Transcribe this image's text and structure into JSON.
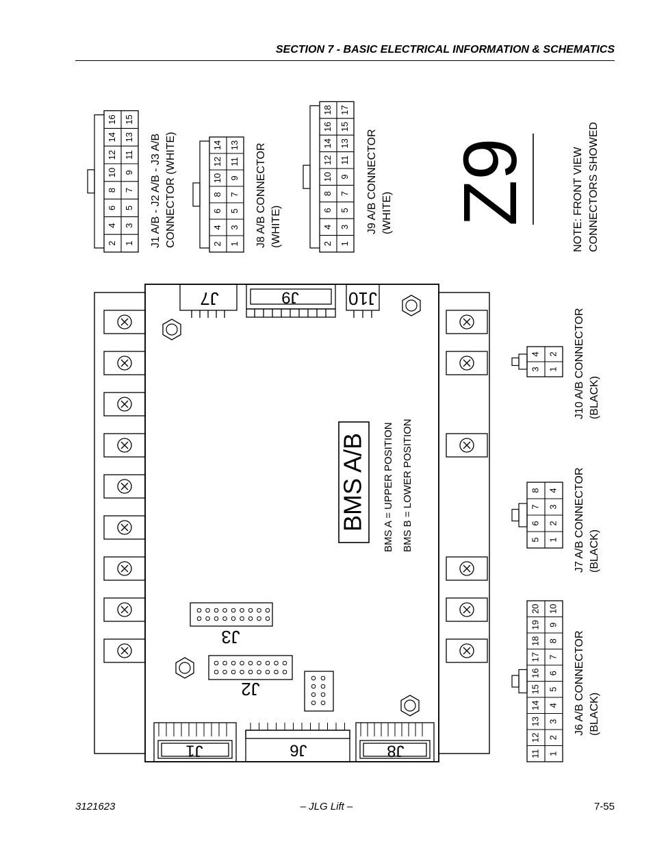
{
  "header": {
    "section_title": "SECTION 7 - BASIC ELECTRICAL INFORMATION & SCHEMATICS"
  },
  "footer": {
    "doc_number": "3121623",
    "publisher": "– JLG Lift –",
    "page": "7-55"
  },
  "figure": {
    "zone_label": "Z9",
    "note": [
      "NOTE: FRONT VIEW",
      "CONNECTORS SHOWED"
    ],
    "board_title": "BMS A/B",
    "board_notes": [
      "BMS A = UPPER POSITION",
      "BMS B = LOWER POSITION"
    ],
    "board_connectors": {
      "j7": "J7",
      "j9": "J9",
      "j10": "J10",
      "j1": "J1",
      "j6": "J6",
      "j8": "J8",
      "j2": "J2",
      "j3": "J3"
    }
  },
  "connectors": {
    "j123": {
      "caption": [
        "J1 A/B - J2 A/B - J3 A/B",
        "CONNECTOR (WHITE)"
      ],
      "top": [
        "2",
        "4",
        "6",
        "8",
        "10",
        "12",
        "14",
        "16"
      ],
      "bottom": [
        "1",
        "3",
        "5",
        "7",
        "9",
        "11",
        "13",
        "15"
      ]
    },
    "j8": {
      "caption": [
        "J8 A/B CONNECTOR",
        "(WHITE)"
      ],
      "top": [
        "2",
        "4",
        "6",
        "8",
        "10",
        "12",
        "14"
      ],
      "bottom": [
        "1",
        "3",
        "5",
        "7",
        "9",
        "11",
        "13"
      ]
    },
    "j9": {
      "caption": [
        "J9 A/B CONNECTOR",
        "(WHITE)"
      ],
      "top": [
        "2",
        "4",
        "6",
        "8",
        "10",
        "12",
        "14",
        "16",
        "18"
      ],
      "bottom": [
        "1",
        "3",
        "5",
        "7",
        "9",
        "11",
        "13",
        "15",
        "17"
      ]
    },
    "j10": {
      "caption": [
        "J10 A/B CONNECTOR",
        "(BLACK)"
      ],
      "top": [
        "3",
        "4"
      ],
      "bottom": [
        "1",
        "2"
      ]
    },
    "j7": {
      "caption": [
        "J7 A/B CONNECTOR",
        "(BLACK)"
      ],
      "top": [
        "5",
        "6",
        "7",
        "8"
      ],
      "bottom": [
        "1",
        "2",
        "3",
        "4"
      ]
    },
    "j6": {
      "caption": [
        "J6 A/B CONNECTOR",
        "(BLACK)"
      ],
      "top": [
        "11",
        "12",
        "13",
        "14",
        "15",
        "16",
        "17",
        "18",
        "19",
        "20"
      ],
      "bottom": [
        "1",
        "2",
        "3",
        "4",
        "5",
        "6",
        "7",
        "8",
        "9",
        "10"
      ]
    }
  }
}
